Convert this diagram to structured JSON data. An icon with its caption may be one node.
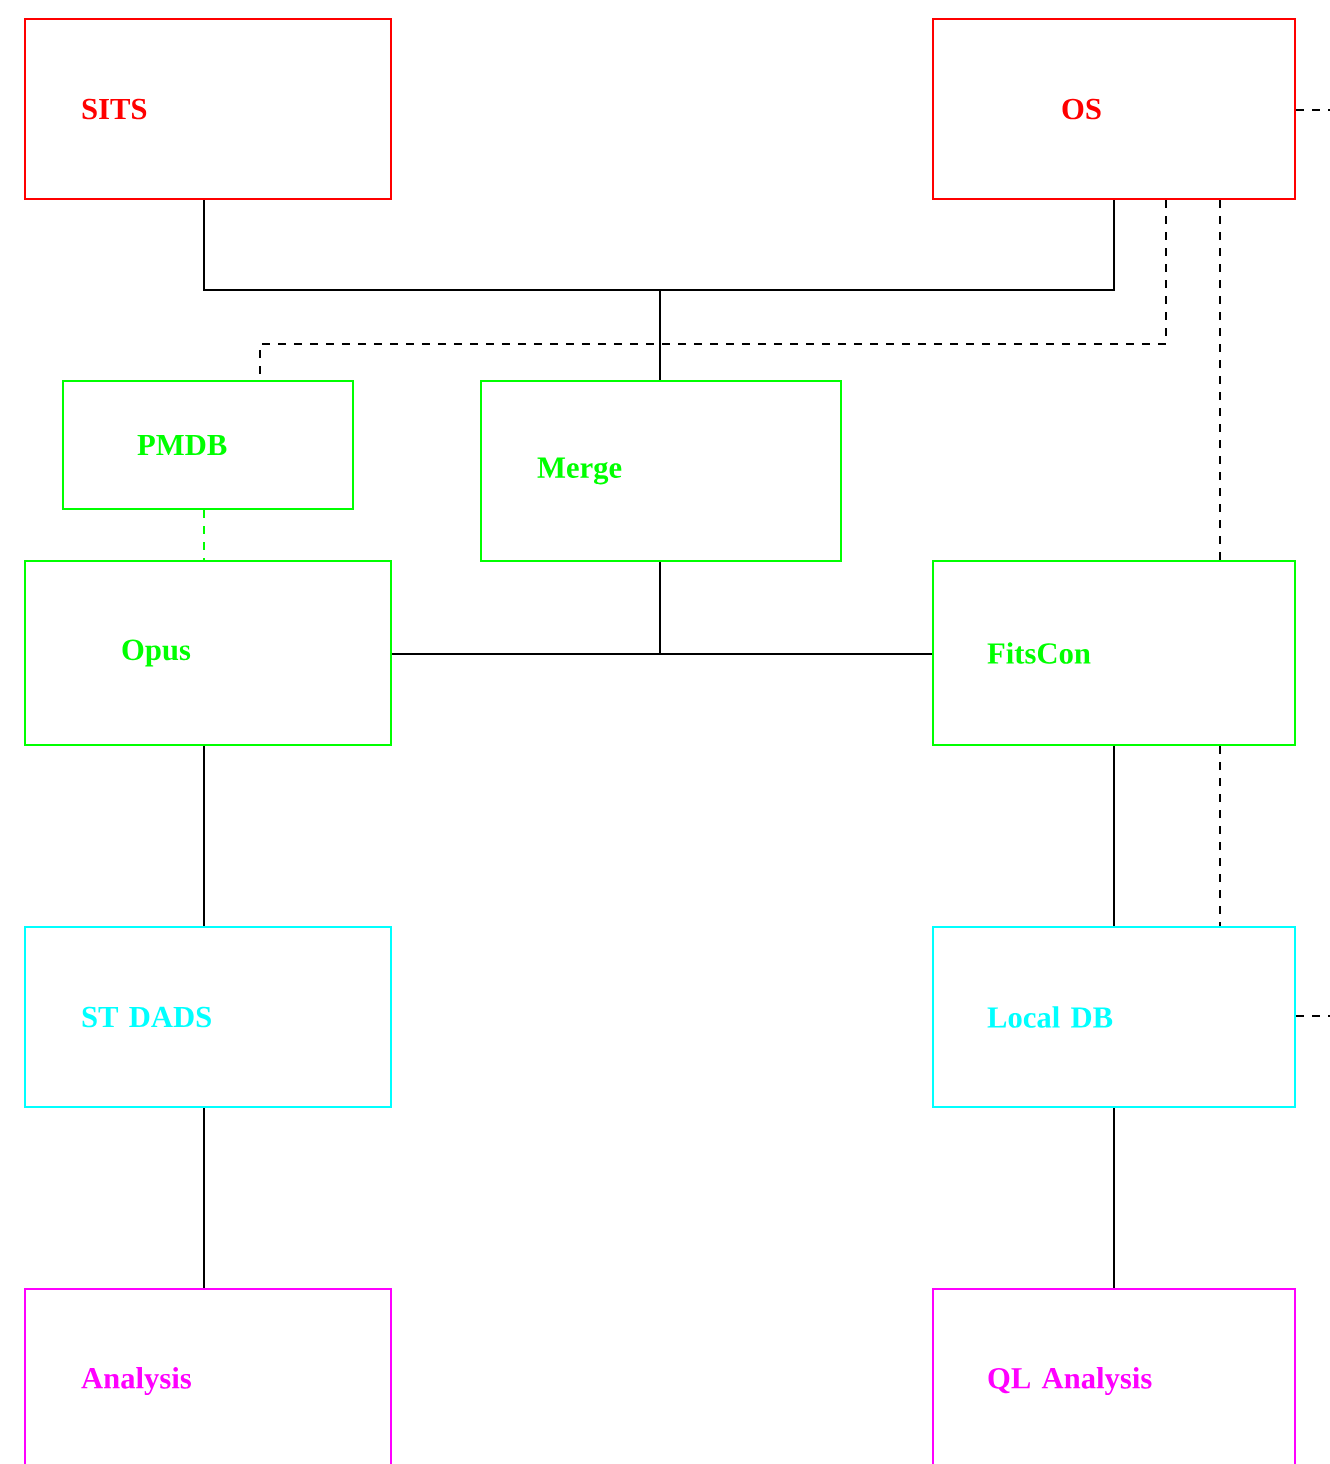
{
  "diagram": {
    "nodes": [
      {
        "text": [
          "SITS"
        ]
      },
      {
        "text": [
          "OS"
        ]
      },
      {
        "text": [
          "PMDB"
        ]
      },
      {
        "text": [
          "Merge"
        ]
      },
      {
        "text": [
          "Opus"
        ]
      },
      {
        "text": [
          "FitsCon"
        ]
      },
      {
        "text": [
          "ST DADS"
        ]
      },
      {
        "text": [
          "Local DB"
        ]
      },
      {
        "text": [
          "Analysis"
        ]
      },
      {
        "text": [
          "QL Analysis"
        ]
      }
    ],
    "edges": [
      {
        "from": 0,
        "to": 3,
        "arrow": "none"
      },
      {
        "from": 1,
        "to": 3,
        "arrow": "none"
      },
      {
        "from": 1,
        "to": 2,
        "arrow": "none",
        "style": "dashed"
      },
      {
        "from": 1,
        "to": 5,
        "arrow": "none",
        "style": "dashed"
      },
      {
        "from": 2,
        "to": 4,
        "arrow": "none",
        "style": "dashed",
        "color": "#00ff00"
      },
      {
        "from": 3,
        "to": 4,
        "arrow": "none"
      },
      {
        "from": 3,
        "to": 5,
        "arrow": "none"
      },
      {
        "from": 4,
        "to": 6,
        "arrow": "none"
      },
      {
        "from": 5,
        "to": 7,
        "arrow": "none"
      },
      {
        "from": 5,
        "to": 7,
        "arrow": "none",
        "style": "dashed"
      },
      {
        "from": 6,
        "to": 8,
        "arrow": "none"
      },
      {
        "from": 7,
        "to": 9,
        "arrow": "none"
      },
      {
        "from": 1,
        "to": null,
        "arrow": "none",
        "style": "dashed"
      },
      {
        "from": 7,
        "to": null,
        "arrow": "none",
        "style": "dashed"
      }
    ]
  }
}
